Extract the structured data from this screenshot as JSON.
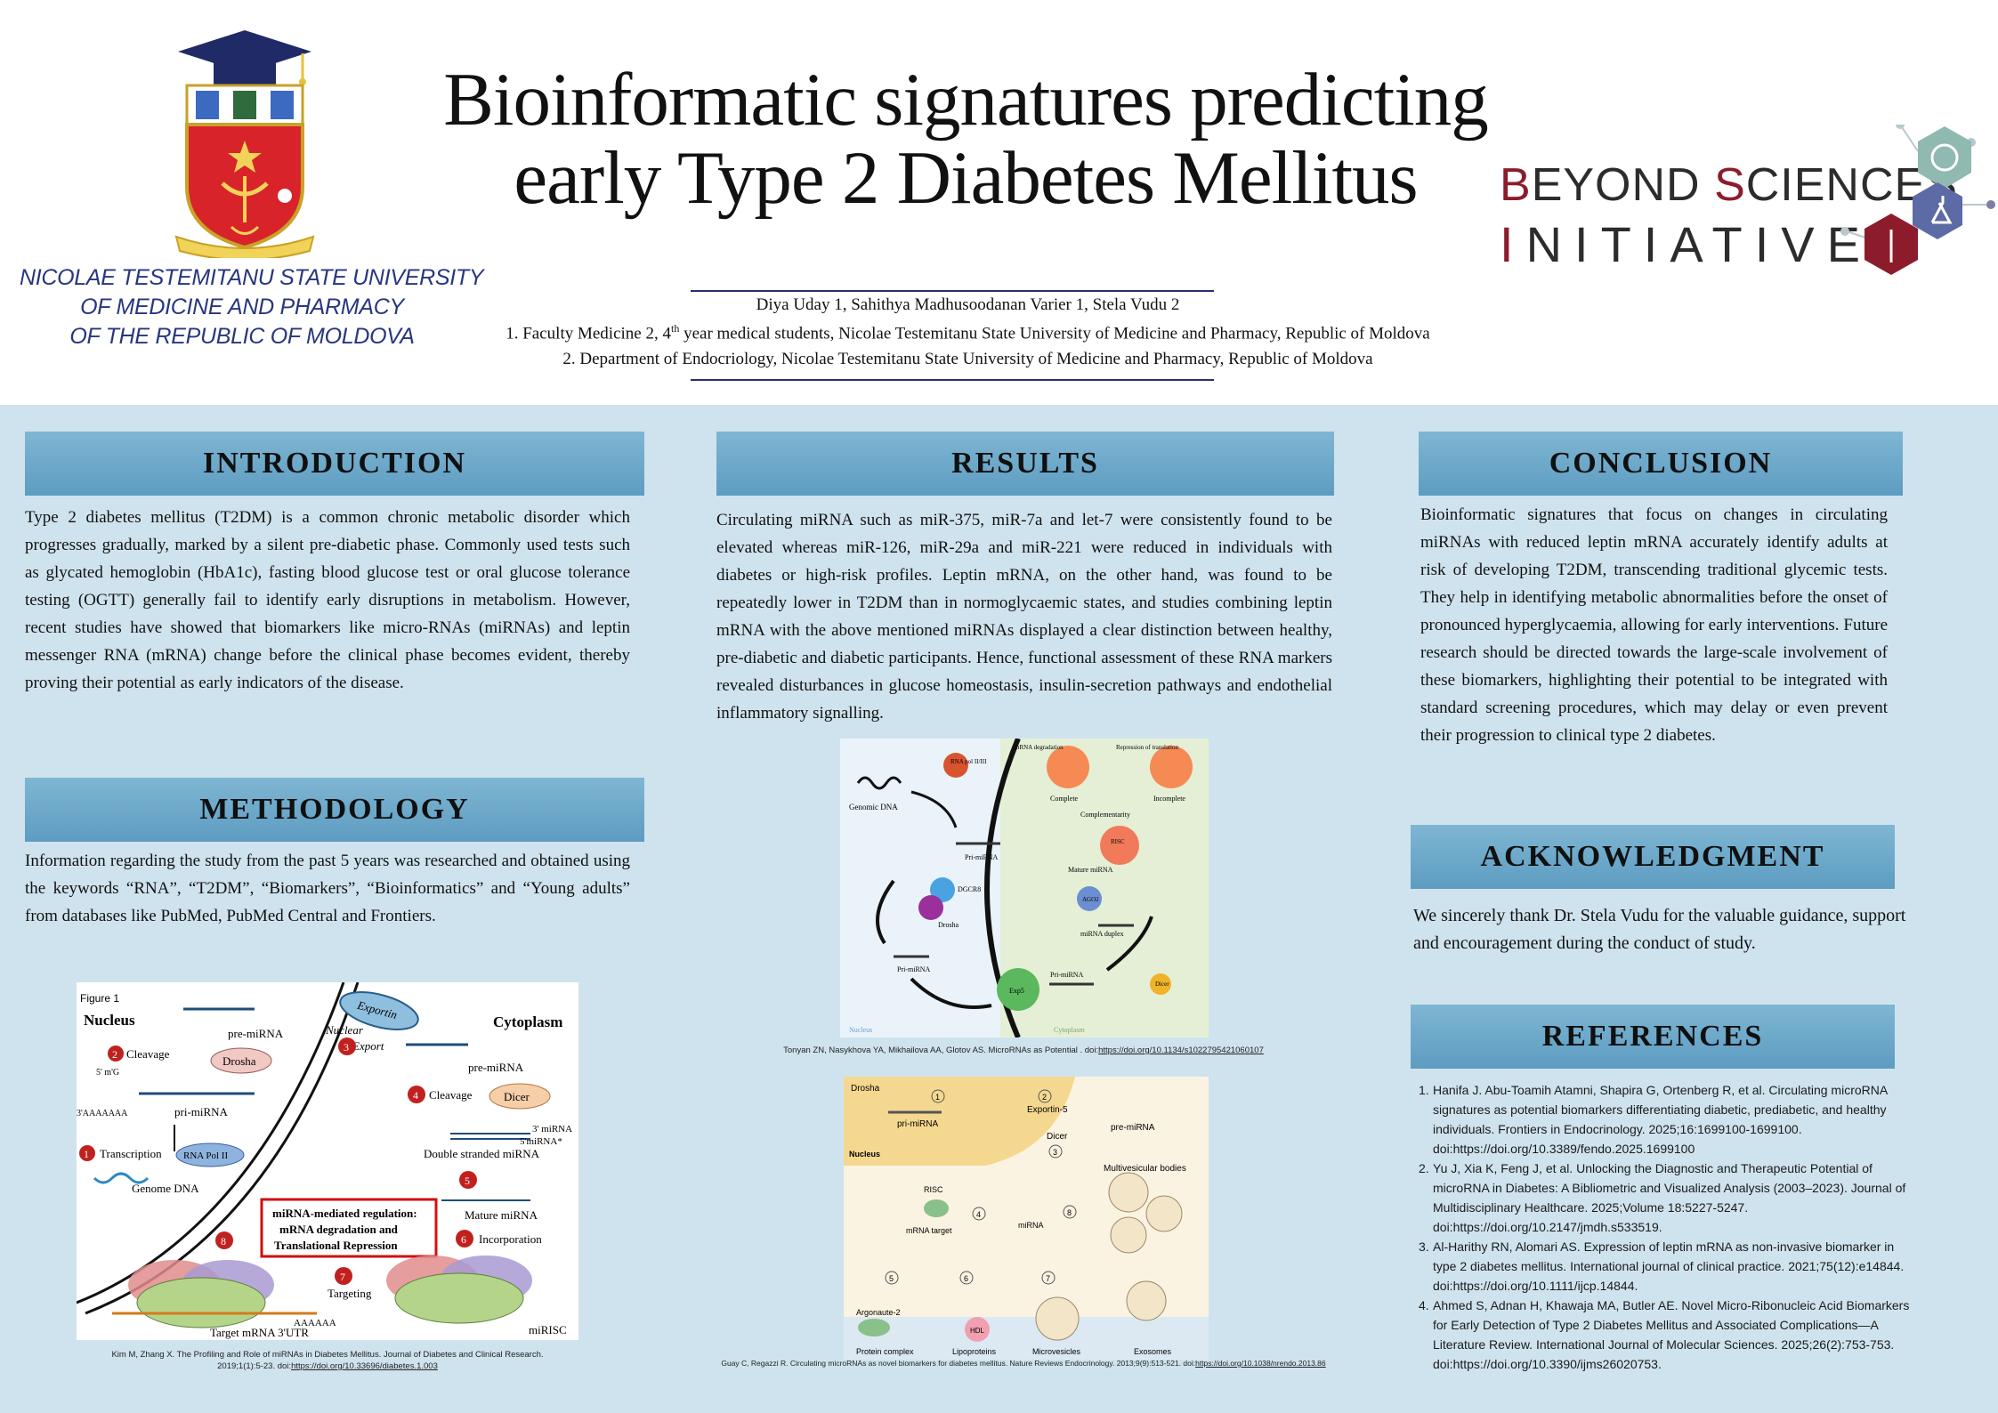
{
  "header": {
    "university_name": [
      "NICOLAE TESTEMITANU STATE UNIVERSITY",
      "OF MEDICINE AND PHARMACY",
      "OF THE REPUBLIC OF MOLDOVA"
    ],
    "university_logo_icon": "university-crest-icon",
    "title_lines": [
      "Bioinformatic signatures predicting",
      "early Type 2 Diabetes Mellitus"
    ],
    "partner_logo": {
      "line1_first": "B",
      "line1_rest": "EYOND ",
      "line1_second": "S",
      "line1_rest2": "CIENCES",
      "line2_first": "I",
      "line2_rest": "NITIATIVE",
      "icon": "hexagon-science-icon"
    },
    "authors": "Diya Uday 1, Sahithya Madhusoodanan Varier 1, Stela Vudu 2",
    "affiliation1_prefix": "1.  Faculty Medicine 2, 4",
    "affiliation1_sup": "th",
    "affiliation1_suffix": " year medical students, Nicolae Testemitanu State University of Medicine and Pharmacy, Republic of Moldova",
    "affiliation2": "2. Department of Endocriology, Nicolae Testemitanu State University of Medicine and Pharmacy, Republic of Moldova"
  },
  "introduction": {
    "heading": "INTRODUCTION",
    "text": "Type 2 diabetes mellitus (T2DM) is a common chronic metabolic disorder which progresses gradually, marked by a silent pre-diabetic phase. Commonly used tests such as glycated hemoglobin (HbA1c), fasting blood glucose test or oral glucose tolerance testing (OGTT) generally fail to identify early disruptions in metabolism. However, recent studies have showed that biomarkers like micro-RNAs (miRNAs) and leptin messenger RNA (mRNA) change before the clinical phase becomes evident, thereby proving their potential as early indicators of the disease."
  },
  "methodology": {
    "heading": "METHODOLOGY",
    "text": "Information regarding the study from the past 5 years was researched and obtained using the keywords “RNA”, “T2DM”, “Biomarkers”, “Bioinformatics” and “Young adults” from databases like PubMed, PubMed Central and Frontiers."
  },
  "results": {
    "heading": "RESULTS",
    "text": "Circulating miRNA such as miR-375, miR-7a and let-7 were consistently found to be elevated whereas miR-126, miR-29a and miR-221 were reduced in individuals with diabetes or high-risk profiles. Leptin mRNA, on the other hand, was found to be repeatedly lower in T2DM than in normoglycaemic states, and studies combining leptin mRNA with the above mentioned miRNAs displayed a clear distinction between healthy, pre-diabetic and diabetic participants. Hence, functional assessment of these RNA markers revealed disturbances in glucose homeostasis, insulin-secretion pathways and endothelial inflammatory signalling."
  },
  "conclusion": {
    "heading": "CONCLUSION",
    "text": "Bioinformatic signatures that focus on changes in circulating miRNAs with reduced leptin mRNA accurately identify adults at risk of developing T2DM, transcending traditional glycemic tests. They help in identifying metabolic abnormalities before the onset of pronounced hyperglycaemia, allowing for early interventions. Future research should be directed towards the large-scale involvement of these biomarkers, highlighting their potential to be integrated with standard screening procedures, which may delay or even prevent their progression to clinical type 2 diabetes."
  },
  "acknowledgment": {
    "heading": "ACKNOWLEDGMENT",
    "text": "We sincerely thank Dr. Stela Vudu for the valuable guidance, support and encouragement during the conduct of study."
  },
  "references": {
    "heading": "REFERENCES",
    "items": [
      {
        "num": "1.",
        "text": "Hanifa J. Abu-Toamih Atamni, Shapira G, Ortenberg R, et al. Circulating microRNA signatures as potential biomarkers differentiating diabetic, prediabetic, and healthy individuals. Frontiers in Endocrinology. 2025;16:1699100-1699100. doi:https://doi.org/10.3389/fendo.2025.1699100"
      },
      {
        "num": "2.",
        "text": "Yu J, Xia K, Feng J, et al. Unlocking the Diagnostic and Therapeutic Potential of microRNA in Diabetes: A Bibliometric and Visualized Analysis (2003–2023). Journal of Multidisciplinary Healthcare. 2025;Volume 18:5227-5247. doi:https://doi.org/10.2147/jmdh.s533519."
      },
      {
        "num": "3.",
        "text": "Al-Harithy RN, Alomari AS. Expression of leptin mRNA as non-invasive biomarker in type 2 diabetes mellitus. International journal of clinical practice. 2021;75(12):e14844. doi:https://doi.org/10.1111/ijcp.14844."
      },
      {
        "num": "4.",
        "text": "Ahmed S, Adnan H, Khawaja MA, Butler AE. Novel Micro-Ribonucleic Acid Biomarkers for Early Detection of Type 2 Diabetes Mellitus and Associated Complications—A Literature Review. International Journal of Molecular Sciences. 2025;26(2):753-753. doi:https://doi.org/10.3390/ijms26020753."
      }
    ]
  },
  "figure1": {
    "label": "Figure 1",
    "nucleus": "Nucleus",
    "cytoplasm": "Cytoplasm",
    "exportin": "Exportin",
    "nuclear_export": "Nuclear",
    "export": "Export",
    "pre_mirna": "pre-miRNA",
    "pri_mirna": "pri-miRNA",
    "cleavage": "Cleavage",
    "drosha": "Drosha",
    "dicer": "Dicer",
    "transcription": "Transcription",
    "rna_pol": "RNA Pol II",
    "genome_dna": "Genome DNA",
    "cap": "5' m'G",
    "polya": "3'AAAAAAA",
    "five": "5'",
    "three": "3'",
    "mirna": "3' miRNA",
    "mirna_star": "5'miRNA*",
    "ds_mirna": "Double stranded miRNA",
    "mature_mirna": "Mature miRNA",
    "incorporation": "Incorporation",
    "targeting": "Targeting",
    "misc": "miRISC",
    "target_mrna": "Target mRNA 3'UTR",
    "aaaaaa": "AAAAAA",
    "box_line1": "miRNA-mediated regulation:",
    "box_line2": "mRNA degradation and",
    "box_line3": "Translational Repression",
    "steps": [
      "1",
      "2",
      "3",
      "4",
      "5",
      "6",
      "7",
      "8"
    ],
    "caption_line1": "Kim M, Zhang X. The Profiling and Role of miRNAs in Diabetes Mellitus. Journal of Diabetes and Clinical Research.",
    "caption_line2_prefix": "2019;1(1):5-23. doi:",
    "caption_line2_doi": "https://doi.org/10.33696/diabetes.1.003"
  },
  "figure2": {
    "genomic_dna": "Genomic DNA",
    "rna_pol": "RNA pol II/III",
    "pri_mirna": "Pri-miRNA",
    "dgcr8": "DGCR8",
    "drosha": "Drosha",
    "pri_mirna2": "Pri-miRNA",
    "exp5": "Exp5",
    "pri_mirna3": "Pri-miRNA",
    "dicer": "Dicer",
    "duplex": "miRNA duplex",
    "ago": "AGO2",
    "mature": "Mature miRNA",
    "risc": "RISC",
    "complementarity": "Complementarity",
    "complete": "Complete",
    "incomplete": "Incomplete",
    "mrna_deg": "mRNA degradation",
    "repression": "Repression of translation",
    "nucleus": "Nucleus",
    "cytoplasm": "Cytoplasm",
    "caption_prefix": "Tonyan ZN, Nasykhova YA, Mikhailova AA, Glotov AS. MicroRNAs as Potential . doi:",
    "caption_doi": "https://doi.org/10.1134/s1022795421060107"
  },
  "figure3": {
    "drosha": "Drosha",
    "pri_mirna": "pri-miRNA",
    "exportin": "Exportin-5",
    "pre_mirna": "pre-miRNA",
    "dicer": "Dicer",
    "nucleus": "Nucleus",
    "risc": "RISC",
    "mrna_target": "mRNA target",
    "mirna": "miRNA",
    "mvb": "Multivesicular bodies",
    "argonaute": "Argonaute-2",
    "protein_complex": "Protein complex",
    "hdl": "HDL",
    "lipoproteins": "Lipoproteins",
    "microvesicles": "Microvesicles",
    "exosomes": "Exosomes",
    "steps": [
      "1",
      "2",
      "3",
      "4",
      "5",
      "6",
      "7",
      "8"
    ],
    "caption_prefix": "Guay C, Regazzi R. Circulating microRNAs as novel biomarkers for diabetes mellitus. Nature Reviews Endocrinology. 2013;9(9):513-521. doi:",
    "caption_doi": "https://doi.org/10.1038/nrendo.2013.86"
  },
  "colors": {
    "header_bar": "#6aa8cb",
    "body_bg": "#cfe3ee",
    "accent_navy": "#25306d",
    "step_red": "#c0211f"
  }
}
